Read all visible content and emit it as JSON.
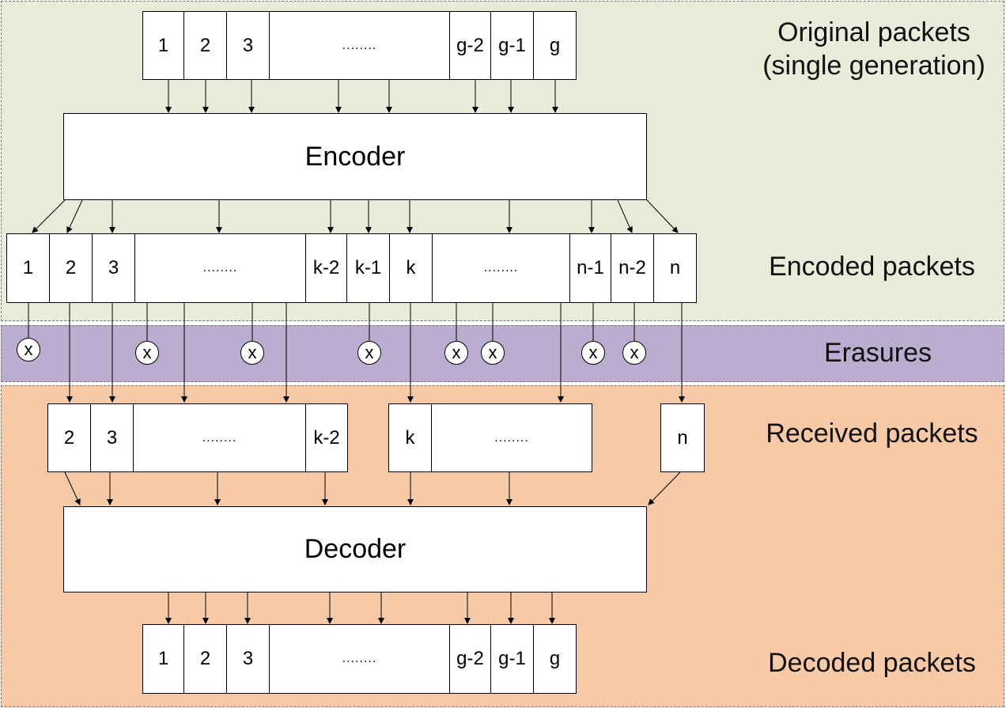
{
  "colors": {
    "top_region": "#e9ecd9",
    "erasure_region": "#bbadd0",
    "bottom_region": "#f7c9a6"
  },
  "labels": {
    "original_line1": "Original packets",
    "original_line2": "(single generation)",
    "encoded": "Encoded packets",
    "erasures": "Erasures",
    "received": "Received packets",
    "decoded": "Decoded packets"
  },
  "encoder": "Encoder",
  "decoder": "Decoder",
  "original_packets": [
    "1",
    "2",
    "3",
    "........",
    "g-2",
    "g-1",
    "g"
  ],
  "encoded_packets": [
    "1",
    "2",
    "3",
    "........",
    "k-2",
    "k-1",
    "k",
    "........",
    "n-1",
    "n-2",
    "n"
  ],
  "received_group1": [
    "2",
    "3",
    "........",
    "k-2"
  ],
  "received_group2": [
    "k",
    "........"
  ],
  "received_group3": [
    "n"
  ],
  "decoded_packets": [
    "1",
    "2",
    "3",
    "........",
    "g-2",
    "g-1",
    "g"
  ],
  "erasure_mark": "x"
}
